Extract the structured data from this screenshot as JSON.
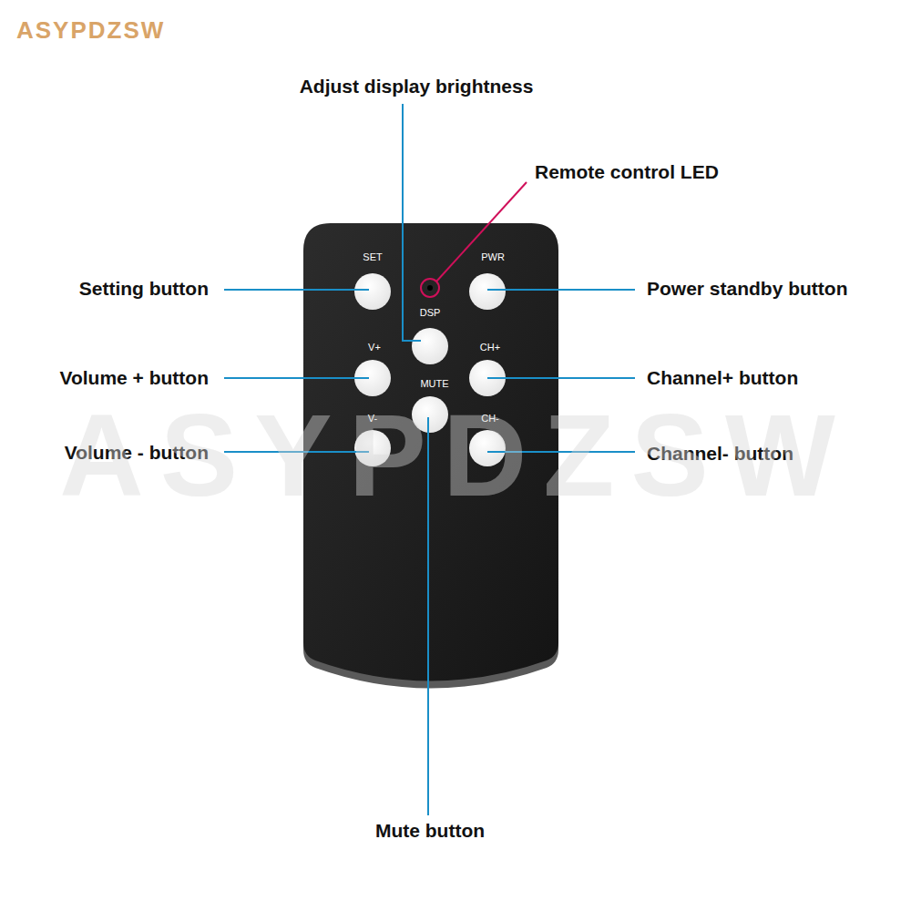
{
  "diagram": {
    "labels": [
      "ASYPDZSW",
      "Adjust display brightness",
      "Remote control LED",
      "Setting button",
      "Power standby button",
      "Volume + button",
      "Channel+  button",
      "Volume - button",
      "Channel-  button",
      "Mute button",
      "SET",
      "PWR",
      "DSP",
      "V+",
      "CH+",
      "MUTE",
      "V-",
      "CH-",
      "ASYPDZSW"
    ]
  }
}
